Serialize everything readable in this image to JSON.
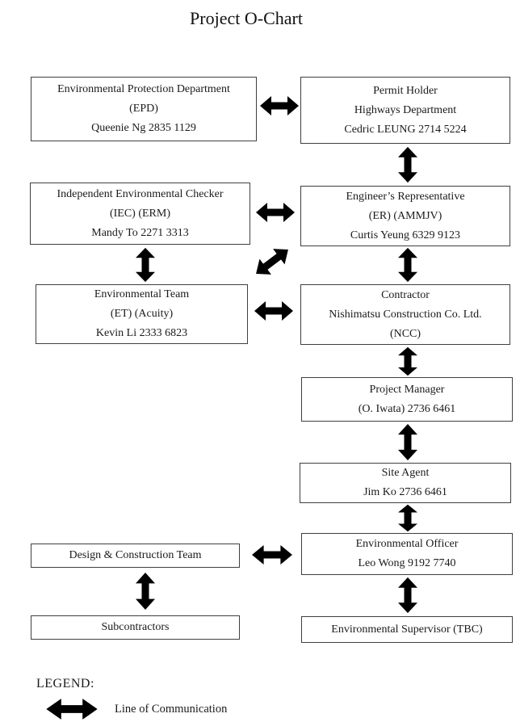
{
  "title": "Project O-Chart",
  "boxes": {
    "epd": {
      "lines": [
        "Environmental Protection Department",
        "(EPD)",
        "Queenie Ng 2835 1129"
      ]
    },
    "permit_holder": {
      "lines": [
        "Permit Holder",
        "Highways Department",
        "Cedric LEUNG 2714 5224"
      ]
    },
    "iec": {
      "lines": [
        "Independent Environmental Checker",
        "(IEC) (ERM)",
        "Mandy To 2271 3313"
      ]
    },
    "er": {
      "lines": [
        "Engineer’s Representative",
        "(ER) (AMMJV)",
        "Curtis Yeung 6329 9123"
      ]
    },
    "et": {
      "lines": [
        "Environmental Team",
        "(ET) (Acuity)",
        "Kevin Li 2333 6823"
      ]
    },
    "contractor": {
      "lines": [
        "Contractor",
        "Nishimatsu Construction Co. Ltd.",
        "(NCC)"
      ]
    },
    "project_manager": {
      "lines": [
        "Project Manager",
        "(O. Iwata) 2736 6461"
      ]
    },
    "site_agent": {
      "lines": [
        "Site Agent",
        "Jim Ko 2736 6461"
      ]
    },
    "design_construction_team": {
      "lines": [
        "Design & Construction Team"
      ]
    },
    "environmental_officer": {
      "lines": [
        "Environmental Officer",
        "Leo Wong 9192 7740"
      ]
    },
    "subcontractors": {
      "lines": [
        "Subcontractors"
      ]
    },
    "environmental_supervisor": {
      "lines": [
        "Environmental Supervisor (TBC)"
      ]
    }
  },
  "connections": [
    {
      "from": "epd",
      "to": "permit_holder",
      "type": "line_of_communication"
    },
    {
      "from": "permit_holder",
      "to": "er",
      "type": "line_of_communication"
    },
    {
      "from": "iec",
      "to": "er",
      "type": "line_of_communication"
    },
    {
      "from": "iec",
      "to": "et",
      "type": "line_of_communication"
    },
    {
      "from": "et",
      "to": "er",
      "type": "line_of_communication"
    },
    {
      "from": "er",
      "to": "contractor",
      "type": "line_of_communication"
    },
    {
      "from": "et",
      "to": "contractor",
      "type": "line_of_communication"
    },
    {
      "from": "contractor",
      "to": "project_manager",
      "type": "line_of_communication"
    },
    {
      "from": "project_manager",
      "to": "site_agent",
      "type": "line_of_communication"
    },
    {
      "from": "site_agent",
      "to": "environmental_officer",
      "type": "line_of_communication"
    },
    {
      "from": "design_construction_team",
      "to": "environmental_officer",
      "type": "line_of_communication"
    },
    {
      "from": "design_construction_team",
      "to": "subcontractors",
      "type": "line_of_communication"
    },
    {
      "from": "environmental_officer",
      "to": "environmental_supervisor",
      "type": "line_of_communication"
    }
  ],
  "legend": {
    "heading": "LEGEND:",
    "symbol": "double-arrow-icon",
    "line_of_communication": "Line of Communication"
  },
  "colors": {
    "background": "#ffffff",
    "line": "#141414",
    "text": "#1a1a1a",
    "box_border": "#3f3f3f"
  }
}
